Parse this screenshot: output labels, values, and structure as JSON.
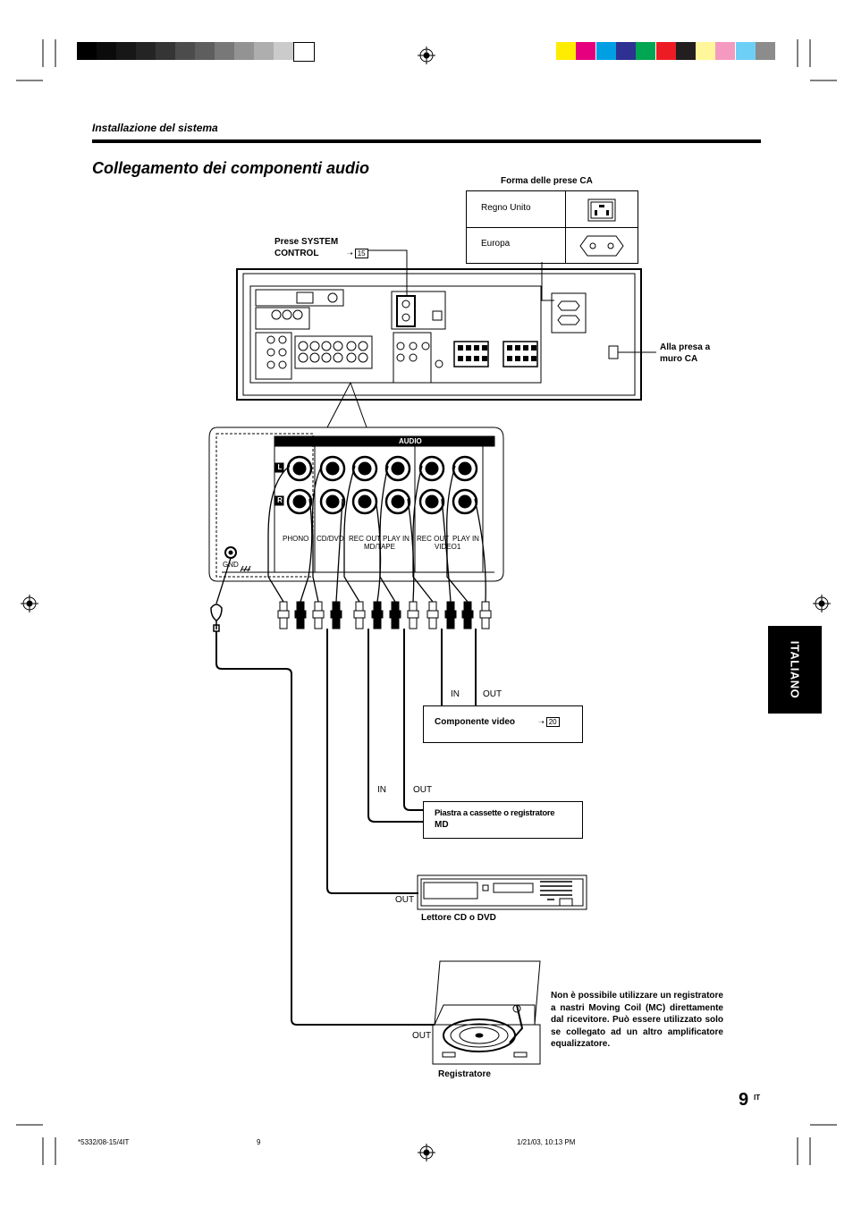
{
  "header": {
    "section": "Installazione del sistema",
    "title": "Collegamento dei componenti audio"
  },
  "colors": {
    "gray_bars": [
      "#000000",
      "#0b0b0b",
      "#171717",
      "#242424",
      "#353535",
      "#4c4c4c",
      "#5e5e5e",
      "#787878",
      "#939393",
      "#aeaeae",
      "#cbcbcb",
      "#ffffff"
    ],
    "color_bars": [
      "#ffec00",
      "#e6007e",
      "#009fe3",
      "#2e3192",
      "#00a651",
      "#ed1c24",
      "#231f20",
      "#fff799",
      "#f49ac1",
      "#6dcff6",
      "#8c8c8c"
    ]
  },
  "ac_outlets": {
    "heading": "Forma delle prese CA",
    "rows": [
      {
        "label": "Regno Unito",
        "icon": "uk-outlet-icon"
      },
      {
        "label": "Europa",
        "icon": "eu-outlet-icon"
      }
    ]
  },
  "callouts": {
    "system_control_line1": "Prese SYSTEM",
    "system_control_line2": "CONTROL",
    "system_control_ref": "15",
    "wall_outlet_line1": "Alla presa a",
    "wall_outlet_line2": "muro CA"
  },
  "panel": {
    "audio_label": "AUDIO",
    "left": "L",
    "right": "R",
    "gnd": "GND",
    "jack_labels": [
      "PHONO",
      "CD/DVD",
      "REC OUT",
      "PLAY IN",
      "REC OUT",
      "PLAY IN"
    ],
    "group_md": "MD/TAPE",
    "group_video": "VIDEO1"
  },
  "devices": {
    "video": {
      "in": "IN",
      "out": "OUT",
      "name": "Componente video",
      "ref": "20"
    },
    "tape": {
      "in": "IN",
      "out": "OUT",
      "line1": "Piastra a cassette o registratore",
      "line2": "MD"
    },
    "cd": {
      "out": "OUT",
      "name": "Lettore CD o DVD"
    },
    "turntable": {
      "out": "OUT",
      "name": "Registratore"
    }
  },
  "note": "Non è possibile utilizzare un registratore a nastri Moving Coil (MC) direttamente dal ricevitore. Può essere utilizzato solo se collegato ad un altro amplificatore equalizzatore.",
  "side_tab": "ITALIANO",
  "page": {
    "number": "9",
    "suffix": "IT"
  },
  "footer": {
    "code": "*5332/08-15/4IT",
    "page": "9",
    "date": "1/21/03, 10:13 PM"
  }
}
